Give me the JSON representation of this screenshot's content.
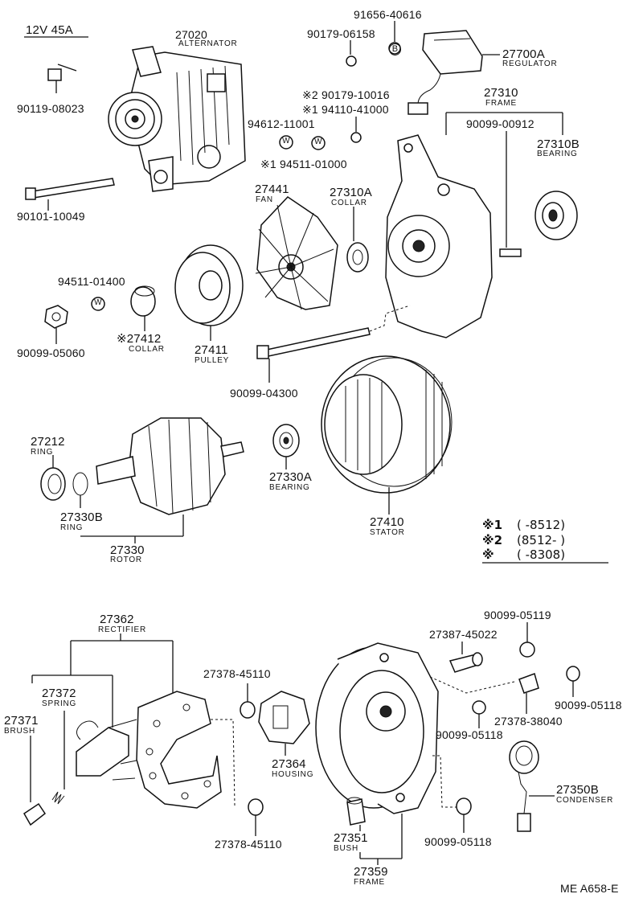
{
  "header": {
    "spec": "12V 45A"
  },
  "footer": {
    "diagram_code": "ME A658-E"
  },
  "parts": {
    "p27020": {
      "num": "27020",
      "name": "ALTERNATOR"
    },
    "p90119": {
      "num": "90119-08023"
    },
    "p90101": {
      "num": "90101-10049"
    },
    "p91656": {
      "num": "91656-40616"
    },
    "p90179a": {
      "num": "90179-06158"
    },
    "p27700a": {
      "num": "27700A",
      "name": "REGULATOR"
    },
    "p90179b": {
      "num": "※2 90179-10016"
    },
    "p94110": {
      "num": "※1 94110-41000"
    },
    "p94612": {
      "num": "94612-11001"
    },
    "p94511a": {
      "num": "※1 94511-01000"
    },
    "p27310": {
      "num": "27310",
      "name": "FRAME"
    },
    "p90099_00912": {
      "num": "90099-00912"
    },
    "p27310b": {
      "num": "27310B",
      "name": "BEARING"
    },
    "p27441": {
      "num": "27441",
      "name": "FAN"
    },
    "p27310a": {
      "num": "27310A",
      "name": "COLLAR"
    },
    "p94511b": {
      "num": "94511-01400"
    },
    "p90099_05060": {
      "num": "90099-05060"
    },
    "p27412": {
      "num": "※27412",
      "name": "COLLAR"
    },
    "p27411": {
      "num": "27411",
      "name": "PULLEY"
    },
    "p90099_04300": {
      "num": "90099-04300"
    },
    "p27212": {
      "num": "27212",
      "name": "RING"
    },
    "p27330a": {
      "num": "27330A",
      "name": "BEARING"
    },
    "p27330b": {
      "num": "27330B",
      "name": "RING"
    },
    "p27330": {
      "num": "27330",
      "name": "ROTOR"
    },
    "p27410": {
      "num": "27410",
      "name": "STATOR"
    },
    "p27362": {
      "num": "27362",
      "name": "RECTIFIER"
    },
    "p27372": {
      "num": "27372",
      "name": "SPRING"
    },
    "p27371": {
      "num": "27371",
      "name": "BRUSH"
    },
    "p27378a": {
      "num": "27378-45110"
    },
    "p27378b": {
      "num": "27378-45110"
    },
    "p27364": {
      "num": "27364",
      "name": "HOUSING"
    },
    "p27387": {
      "num": "27387-45022"
    },
    "p90099_05119": {
      "num": "90099-05119"
    },
    "p90099_05118a": {
      "num": "90099-05118"
    },
    "p27378c": {
      "num": "27378-38040"
    },
    "p90099_05118b": {
      "num": "90099-05118"
    },
    "p90099_05118c": {
      "num": "90099-05118"
    },
    "p27350b": {
      "num": "27350B",
      "name": "CONDENSER"
    },
    "p27351": {
      "num": "27351",
      "name": "BUSH"
    },
    "p27359": {
      "num": "27359",
      "name": "FRAME"
    }
  },
  "circle_marks": {
    "b": "B",
    "w": "W"
  },
  "legend": [
    {
      "mark": "※1",
      "range": "(        -8512)"
    },
    {
      "mark": "※2",
      "range": "(8512-        )"
    },
    {
      "mark": "※",
      "range": "(        -8308)"
    }
  ]
}
